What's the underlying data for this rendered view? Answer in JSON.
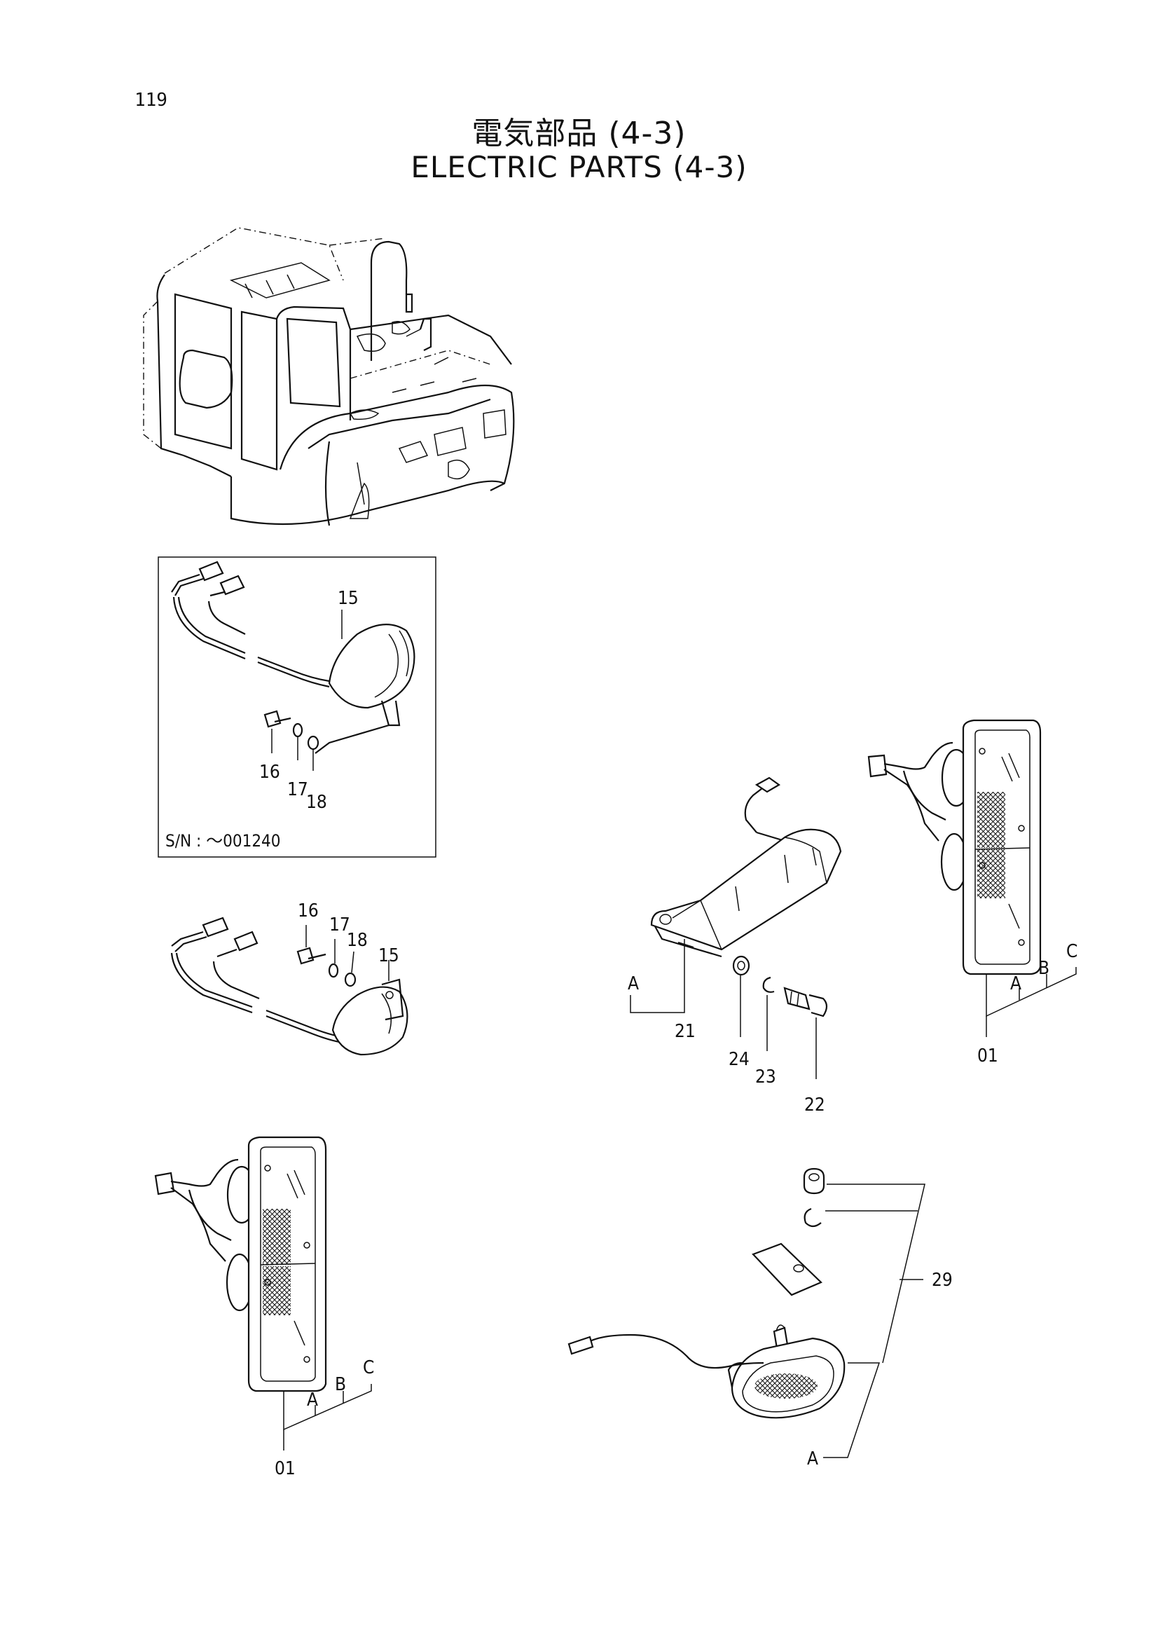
{
  "page": {
    "number": "119"
  },
  "title": {
    "jp": "電気部品 (4-3)",
    "en": "ELECTRIC PARTS (4-3)"
  },
  "inset": {
    "serial": "S/N :  ～001240"
  },
  "callouts": {
    "c15a": "15",
    "c16a": "16",
    "c17a": "17",
    "c18a": "18",
    "c16b": "16",
    "c17b": "17",
    "c18b": "18",
    "c15b": "15",
    "c21": "21",
    "c24": "24",
    "c23": "23",
    "c22": "22",
    "cA21": "A",
    "c01r": "01",
    "cAr": "A",
    "cBr": "B",
    "cCr": "C",
    "c01l": "01",
    "cAl": "A",
    "cBl": "B",
    "cCl": "C",
    "c29": "29",
    "cA29": "A"
  }
}
